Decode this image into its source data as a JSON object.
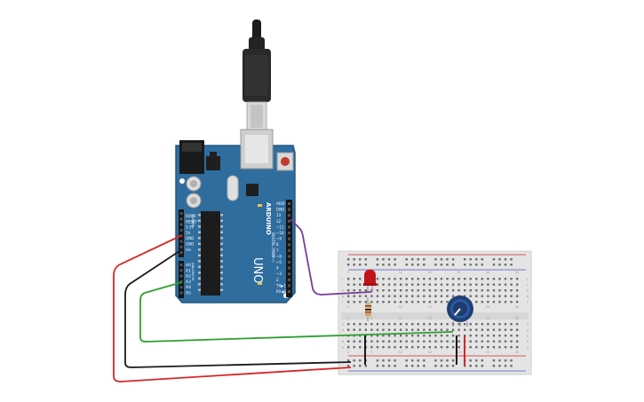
{
  "arduino": {
    "brand": "ARDUINO",
    "model": "UNO",
    "header_top_labels": [
      "AREF",
      "GND",
      "13",
      "12",
      "~11",
      "~10",
      "~9",
      "8",
      "7",
      "~6",
      "~5",
      "4",
      "~3",
      "2",
      "TX▶1",
      "RX◀0"
    ],
    "power_labels": [
      "IOREF",
      "RESET",
      "3.3V",
      "5V",
      "GND",
      "GND",
      "Vin"
    ],
    "analog_labels": [
      "A0",
      "A1",
      "A2",
      "A3",
      "A4",
      "A5"
    ],
    "section_digital": "DIGITAL (PWM~)",
    "section_power": "POWER",
    "section_analog": "ANALOG IN",
    "board_color": "#2f6d9e"
  },
  "breadboard": {
    "column_labels": [
      "1",
      "5",
      "10",
      "15",
      "20",
      "25",
      "30"
    ],
    "row_labels": [
      "a",
      "b",
      "c",
      "d",
      "e",
      "f",
      "g",
      "h",
      "i",
      "j"
    ]
  },
  "components": [
    "usb-cable",
    "led",
    "resistor",
    "potentiometer"
  ],
  "wires": [
    {
      "name": "wire-5v",
      "color": "#d62828"
    },
    {
      "name": "wire-gnd",
      "color": "#1a1a1a"
    },
    {
      "name": "wire-analog",
      "color": "#2ca02c"
    },
    {
      "name": "wire-digital",
      "color": "#7a3b9a"
    }
  ]
}
